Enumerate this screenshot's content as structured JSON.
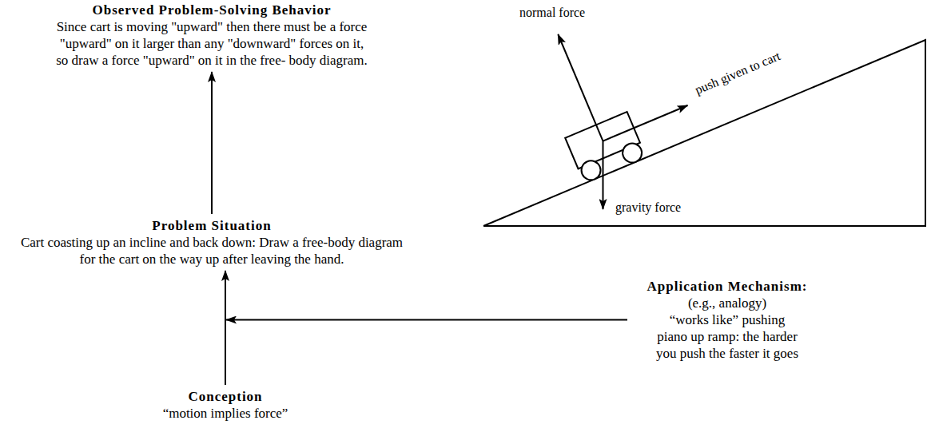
{
  "diagram": {
    "nodes": [
      {
        "text": [
          "Observed Problem-Solving Behavior",
          "Since cart is moving \"upward\" then there must be a force \"upward\" on it larger than any \"downward\" forces on it, so draw a force \"upward\" on it in the free- body diagram."
        ]
      },
      {
        "text": [
          "Problem Situation",
          "Cart coasting up an incline and back down: Draw a free-body diagram for the cart on the way up after leaving the hand."
        ]
      },
      {
        "text": [
          "Conception",
          "“motion implies force”"
        ]
      },
      {
        "text": [
          "Application Mechanism:",
          "(e.g., analogy)",
          "“works like” pushing piano up ramp: the harder you push the faster it goes"
        ]
      }
    ],
    "edges": [
      {
        "from": 1,
        "to": 0,
        "arrow": "to"
      },
      {
        "from": 2,
        "to": 1,
        "arrow": "to"
      },
      {
        "from": 3,
        "to": 2,
        "arrow": "to"
      }
    ],
    "labels": [
      "normal force",
      "push given to cart",
      "gravity force"
    ]
  }
}
